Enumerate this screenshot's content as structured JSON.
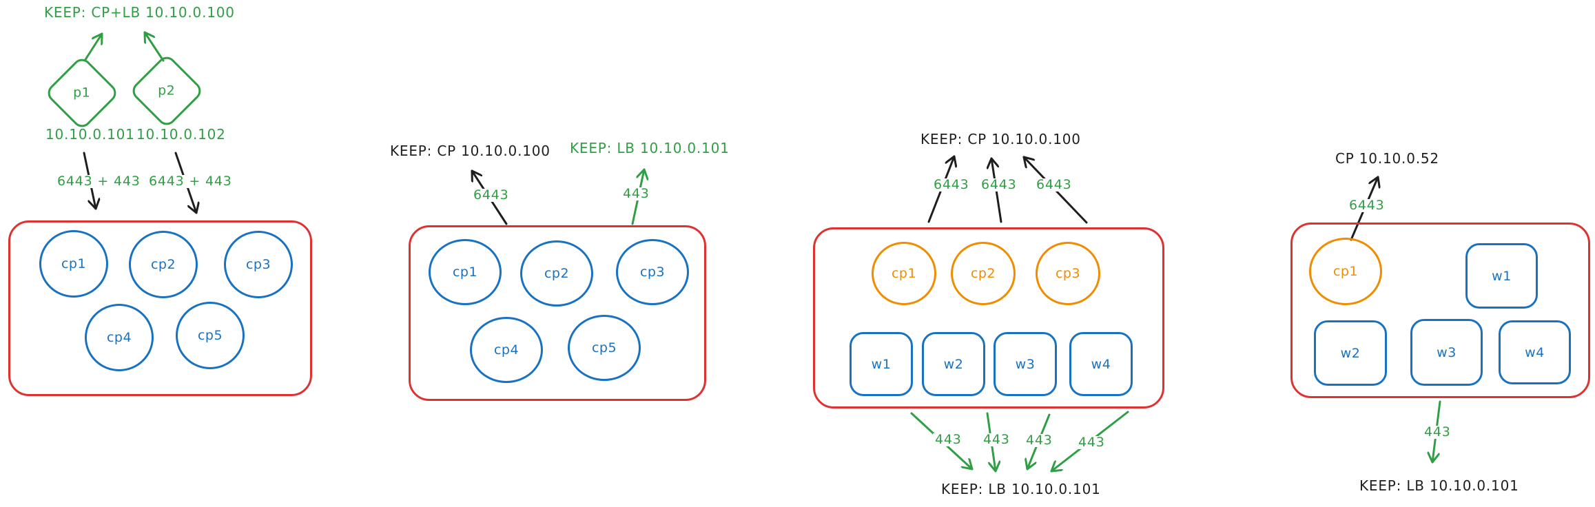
{
  "palette": {
    "green": "#2f9e44",
    "red": "#e03131",
    "blue": "#1971c2",
    "orange": "#f08c00",
    "ink": "#1e1e1e",
    "bg": "#ffffff"
  },
  "c1": {
    "keep": "KEEP: CP+LB 10.10.0.100",
    "p1": "p1",
    "p1_ip": "10.10.0.101",
    "p2": "p2",
    "p2_ip": "10.10.0.102",
    "edge1": "6443 + 443",
    "edge2": "6443 + 443",
    "nodes": [
      "cp1",
      "cp2",
      "cp3",
      "cp4",
      "cp5"
    ]
  },
  "c2": {
    "keep_cp": "KEEP: CP 10.10.0.100",
    "keep_lb": "KEEP: LB 10.10.0.101",
    "port_cp": "6443",
    "port_lb": "443",
    "nodes": [
      "cp1",
      "cp2",
      "cp3",
      "cp4",
      "cp5"
    ]
  },
  "c3": {
    "keep_cp": "KEEP: CP 10.10.0.100",
    "keep_lb": "KEEP: LB 10.10.0.101",
    "cp_ports": [
      "6443",
      "6443",
      "6443"
    ],
    "lb_ports": [
      "443",
      "443",
      "443",
      "443"
    ],
    "cp_nodes": [
      "cp1",
      "cp2",
      "cp3"
    ],
    "workers": [
      "w1",
      "w2",
      "w3",
      "w4"
    ]
  },
  "c4": {
    "cp_label": "CP 10.10.0.52",
    "keep_lb": "KEEP: LB 10.10.0.101",
    "port_cp": "6443",
    "port_lb": "443",
    "cp_nodes": [
      "cp1"
    ],
    "workers": [
      "w1",
      "w2",
      "w3",
      "w4"
    ]
  }
}
